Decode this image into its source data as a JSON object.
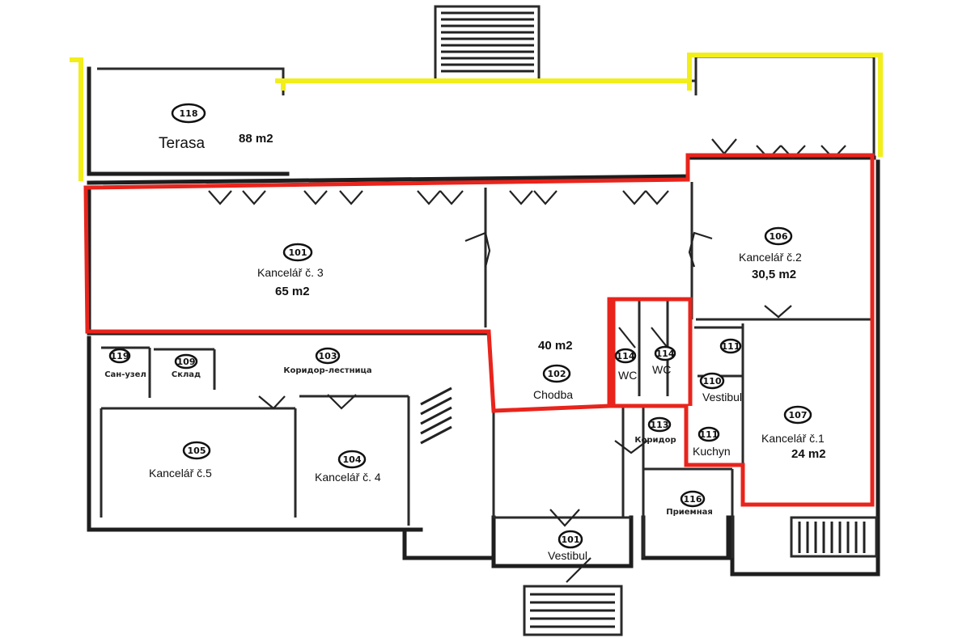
{
  "colors": {
    "highlight_red": "#e8241c",
    "highlight_yellow": "#f2ee1a",
    "walls": "#1e1e1e"
  },
  "rooms": {
    "terasa": {
      "number": "118",
      "name": "Terasa",
      "area": "88 m2"
    },
    "kancelar3": {
      "number": "101",
      "name": "Kancelář č. 3",
      "area": "65 m2"
    },
    "chodba": {
      "number": "102",
      "name": "Chodba",
      "area": "40 m2"
    },
    "kancelar2": {
      "number": "106",
      "name": "Kancelář č.2",
      "area": "30,5 m2"
    },
    "kancelar1": {
      "number": "107",
      "name": "Kancelář č.1",
      "area": "24 m2"
    },
    "kancelar5": {
      "number": "105",
      "name": "Kancelář č.5"
    },
    "kancelar4": {
      "number": "104",
      "name": "Kancelář č. 4"
    },
    "vestibul_main": {
      "number": "101",
      "name": "Vestibul"
    },
    "vestibul_small": {
      "number": "110",
      "name": "Vestibul"
    },
    "wc1": {
      "number": "114",
      "name": "WC"
    },
    "wc2": {
      "number": "114",
      "name": "WC"
    },
    "kuchyn": {
      "number": "111",
      "name": "Kuchyn"
    },
    "small_111": {
      "number": "111"
    },
    "koridor": {
      "number": "113",
      "print": "Коридор"
    },
    "priemnaya": {
      "number": "116",
      "print": "Приемная"
    },
    "koridor_lestnica": {
      "number": "103",
      "print": "Коридор-лестница"
    },
    "sklad": {
      "number": "109",
      "print": "Склад"
    },
    "santeh": {
      "number": "119",
      "print": "Сан-узел"
    }
  }
}
